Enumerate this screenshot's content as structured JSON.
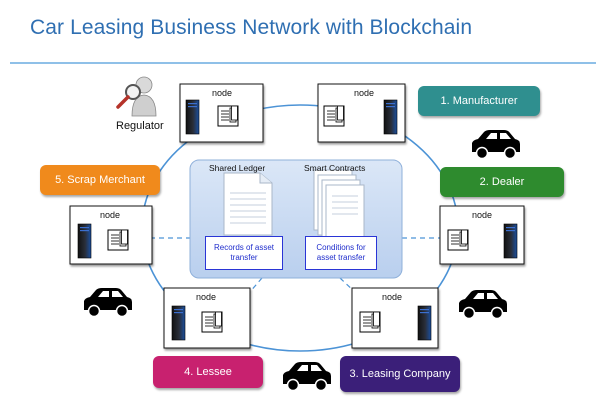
{
  "title": "Car Leasing Business Network with Blockchain",
  "node_label": "node",
  "regulator_label": "Regulator",
  "ledger": {
    "shared_ledger": "Shared Ledger",
    "smart_contracts": "Smart Contracts",
    "records": "Records of asset transfer",
    "conditions": "Conditions for asset transfer"
  },
  "participants": {
    "manufacturer": "1. Manufacturer",
    "dealer": "2. Dealer",
    "leasing": "3. Leasing Company",
    "lessee": "4. Lessee",
    "scrap": "5. Scrap Merchant"
  },
  "colors": {
    "title": "#2f6fb2",
    "manufacturer": "#2f8f8f",
    "dealer": "#2e8b2e",
    "leasing": "#3b1f79",
    "lessee": "#c8216f",
    "scrap": "#f08a1c",
    "ring": "#4c93d6",
    "ledger_panel": "#c9daf1"
  },
  "icons": [
    "server-icon",
    "documents-icon",
    "car-icon",
    "magnifier-person-icon",
    "document-icon"
  ]
}
